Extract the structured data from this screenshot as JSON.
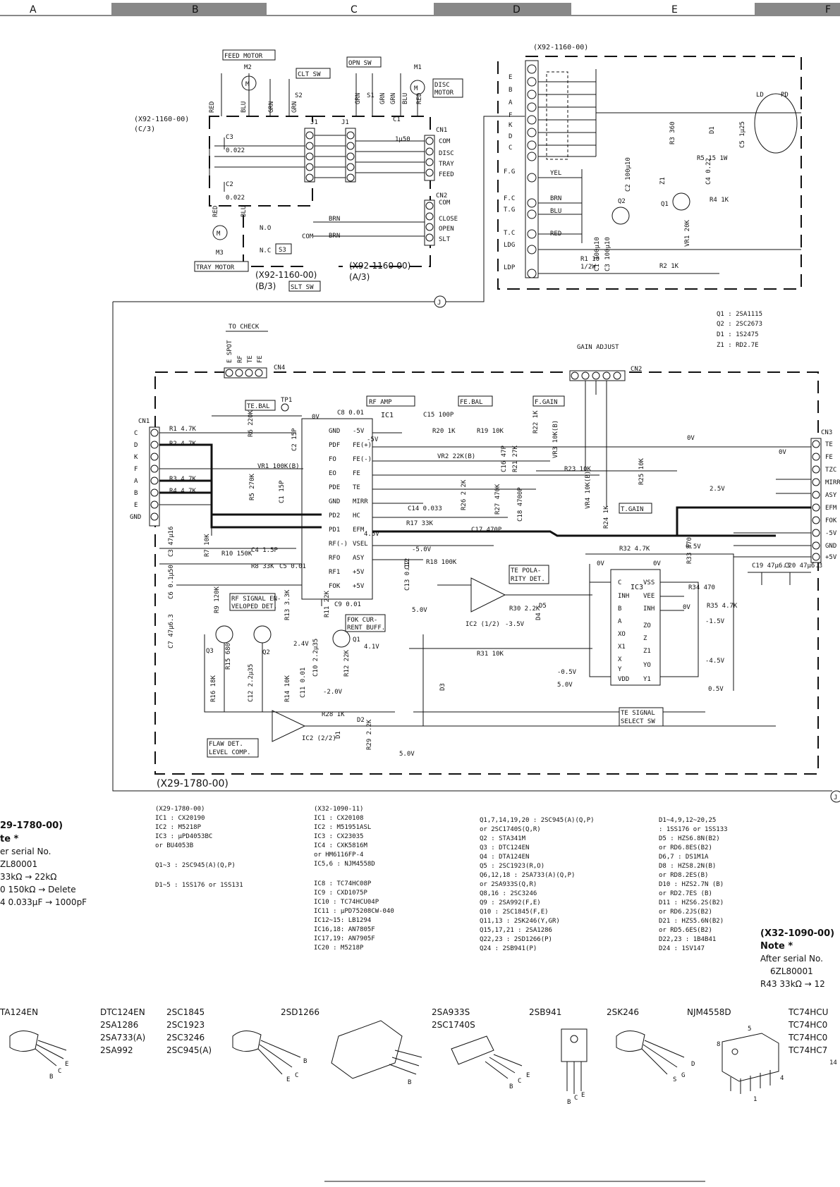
{
  "column_letters": [
    "A",
    "B",
    "C",
    "D",
    "E",
    "F"
  ],
  "top_left": {
    "feed_motor": "FEED MOTOR",
    "m2": "M2",
    "clt_sw": "CLT SW",
    "s2": "S2",
    "opn_sw": "OPN SW",
    "s1": "S1",
    "disc_motor_1": "DISC",
    "disc_motor_2": "MOTOR",
    "m1": "M1",
    "unit_c3_1": "(X92-1160-00)",
    "unit_c3_2": "(C/3)",
    "c3": "C3",
    "c3v": "0.022",
    "c2": "C2",
    "c2v": "0.022",
    "c1": "C1",
    "c1v": "1μ50",
    "j1a": "J1",
    "j1b": "J1",
    "cn1": "CN1",
    "cn2": "CN2",
    "cn1_pins": [
      "COM",
      "DISC",
      "TRAY",
      "FEED"
    ],
    "cn2_pins": [
      "COM",
      "CLOSE",
      "OPEN",
      "SLT"
    ],
    "red": "RED",
    "blu": "BLU",
    "grn": "GRN",
    "brn": "BRN",
    "no": "N.O",
    "nc": "N.C",
    "s3": "S3",
    "com": "COM",
    "m3": "M3",
    "tray_motor": "TRAY MOTOR",
    "unit_b3_1": "(X92-1160-00)",
    "unit_b3_2": "(B/3)",
    "slt_sw": "SLT SW",
    "unit_a3_1": "(X92-1160-00)",
    "unit_a3_2": "(A/3)",
    "j_marker": "J"
  },
  "top_right": {
    "unit": "(X92-1160-00)",
    "letters": [
      "E",
      "B",
      "A",
      "F",
      "K",
      "D",
      "C"
    ],
    "ld": "LD",
    "pd": "PD",
    "r3": "R3 360",
    "d1": "D1",
    "c5": "C5 1μ25",
    "r5": "R5 15 1W",
    "c4": "C4 0.22",
    "c2": "C2 100μ10",
    "z1": "Z1",
    "q1": "Q1",
    "q2": "Q2",
    "r4": "R4 1K",
    "fg": "F.G",
    "fc": "F.C",
    "tg": "T.G",
    "tc": "T.C",
    "ldg": "LDG",
    "ldp": "LDP",
    "yel": "YEL",
    "brn": "BRN",
    "blu": "BLU",
    "red": "RED",
    "vr1": "VR1 20K",
    "r1": "R1 10",
    "r1b": "1/2W",
    "c1": "C1 100μ10",
    "c3": "C3 100μ10",
    "r2": "R2 1K",
    "parts": [
      "Q1 : 2SA1115",
      "Q2 : 2SC2673",
      "D1 : 1S2475",
      "Z1 : RD2.7E"
    ]
  },
  "main": {
    "to_check": "TO CHECK",
    "check_pins": [
      "E SPOT",
      "RF",
      "TE",
      "FE"
    ],
    "cn4": "CN4",
    "gain_adjust": "GAIN ADJUST",
    "cn2": "CN2",
    "tp1": "TP1",
    "rf_amp": "RF AMP",
    "ic1": "IC1",
    "te_bal": "TE.BAL",
    "fe_bal": "FE.BAL",
    "f_gain": "F.GAIN",
    "t_gain": "T.GAIN",
    "cn1": "CN1",
    "cn1_pins": [
      "C",
      "D",
      "K",
      "F",
      "A",
      "B",
      "E",
      "GND"
    ],
    "cn3": "CN3",
    "cn3_pins": [
      "TE",
      "FE",
      "TZC",
      "MIRR",
      "ASY",
      "EFM",
      "FOK",
      "-5V",
      "GND",
      "+5V"
    ],
    "ic1_left": [
      "GND",
      "PDF",
      "FO",
      "EO",
      "PDE",
      "GND",
      "PD2",
      "PD1",
      "RF(-)",
      "RFO",
      "RF1",
      "FOK"
    ],
    "ic1_right": [
      "-5V",
      "FE(+)",
      "FE(-)",
      "FE",
      "TE",
      "MIRR",
      "HC",
      "EFM",
      "VSEL",
      "ASY",
      "+5V",
      "+5V"
    ],
    "components": {
      "r1": "R1 4.7K",
      "r2": "R2 4.7K",
      "r3": "R3 4.7K",
      "r4": "R4 4.7K",
      "r6": "R6 220K",
      "c2": "C2 15P",
      "vr1": "VR1 100K(B)",
      "r5": "R5 270K",
      "c1": "C1 15P",
      "c8": "C8 0.01",
      "c15": "C15 100P",
      "r20": "R20 1K",
      "r19": "R19 10K",
      "vr2": "VR2 22K(B)",
      "c16": "C16 47P",
      "r21": "R21 27K",
      "r22": "R22 1K",
      "vr3": "VR3 10K(B)",
      "r23": "R23 10K",
      "r25": "R25 10K",
      "vr4": "VR4 10K(B)",
      "r24": "R24 1K",
      "c14": "C14 0.033",
      "r17": "R17 33K",
      "r26": "R26 2.2K",
      "r27": "R27 470K",
      "c18": "C18 4700P",
      "c17": "C17 470P",
      "c12": "C12",
      "r18": "R18 100K",
      "c13": "C13 0.12",
      "c3": "C3 47μ16",
      "r7": "R7 10K",
      "r10": "R10 150K",
      "c4": "C4 1.5P",
      "r8": "R8 33K",
      "c5": "C5 0.01",
      "c6": "C6 0.1μ50",
      "r9": "R9 120K",
      "r13": "R13 3.3K",
      "c7": "C7 47μ6.3",
      "r11": "R11 22K",
      "c9": "C9 0.01",
      "r12": "R12 22K",
      "c10": "C10 2.2μ35",
      "c11": "C11 0.01",
      "r15": "R15 680",
      "r16": "R16 18K",
      "c12b": "C12 2.2μ35",
      "r14": "R14 10K",
      "r28": "R28 1K",
      "d2": "D2",
      "d1": "D1",
      "r29": "R29 2.2K",
      "d3": "D3",
      "d4": "D4",
      "d5": "D5",
      "r30": "R30 2.2K",
      "r31": "R31 10K",
      "r32": "R32 4.7K",
      "r33": "R33 470",
      "r34": "R34 470",
      "r35": "R35 4.7K",
      "c19": "C19 47μ6.3",
      "c20": "C20 47μ6.3",
      "q1": "Q1",
      "q2": "Q2",
      "q3": "Q3"
    },
    "ic3": "IC3",
    "ic3_left": [
      "C",
      "INH",
      "B",
      "A",
      "XO",
      "X1",
      "X",
      "Y",
      "VDD"
    ],
    "ic3_right": [
      "VSS",
      "VEE",
      "INH",
      "ZO",
      "Z",
      "Z1",
      "YO",
      "Y1"
    ],
    "ic2a": "IC2 (1/2)",
    "ic2b": "IC2 (2/2)",
    "te_polarity": [
      "TE POLA-",
      "RITY DET."
    ],
    "rf_signal": [
      "RF SIGNAL EN-",
      "VELOPED DET."
    ],
    "fok_current": [
      "FOK CUR-",
      "RENT BUFF."
    ],
    "te_signal": [
      "TE SIGNAL",
      "SELECT SW"
    ],
    "flaw_det": [
      "FLAW DET.",
      "LEVEL COMP."
    ],
    "voltages": [
      "0V",
      "-5V",
      "2.5V",
      "4.5V",
      "-5.0V",
      "5.0V",
      "-3.5V",
      "-0.5V",
      "0.5V",
      "-1.5V",
      "2.4V",
      "4.1V",
      "-2.0V",
      "-4.5V"
    ],
    "unit": "(X29-1780-00)"
  },
  "parts_left_note": {
    "title": "29-1780-00)",
    "note": "te *",
    "after": "er serial No.",
    "serial": "ZL80001",
    "l1": "33kΩ → 22kΩ",
    "l2": "0  150kΩ → Delete",
    "l3": "4  0.033μF → 1000pF"
  },
  "parts_x29": {
    "title": "(X29-1780-00)",
    "rows": [
      "IC1  : CX20190",
      "IC2  : M5218P",
      "IC3  : μPD4053BC",
      "     or BU4053B",
      "",
      "Q1~3 : 2SC945(A)(Q,P)",
      "",
      "D1~5 : 1SS176 or 1SS131"
    ]
  },
  "parts_x32": {
    "title": "(X32-1090-11)",
    "rows": [
      "IC1    : CX20108",
      "IC2    : M51951ASL",
      "IC3    : CX23035",
      "IC4    : CXK5816M",
      "    or HM6116FP-4",
      "IC5,6  : NJM4558D",
      "",
      "IC8    : TC74HC08P",
      "IC9    : CXD1075P",
      "IC10   : TC74HCU04P",
      "IC11   : μPD75208CW-040",
      "IC12~15: LB1294",
      "IC16,18: AN7805F",
      "IC17,19: AN7905F",
      "IC20   : M5218P"
    ]
  },
  "parts_q": {
    "rows": [
      "Q1,7,14,19,20 : 2SC945(A)(Q,P)",
      "          or 2SC1740S(Q,R)",
      "Q2            : STA341M",
      "Q3            : DTC124EN",
      "Q4            : DTA124EN",
      "Q5            : 2SC1923(R,O)",
      "Q6,12,18      : 2SA733(A)(Q,P)",
      "          or 2SA933S(Q,R)",
      "Q8,16         : 2SC3246",
      "Q9            : 2SA992(F,E)",
      "Q10           : 2SC1845(F,E)",
      "Q11,13        : 2SK246(Y,GR)",
      "Q15,17,21     : 2SA1286",
      "Q22,23        : 2SD1266(P)",
      "Q24           : 2SB941(P)"
    ]
  },
  "parts_d": {
    "rows": [
      "D1~4,9,12~20,25",
      "        : 1SS176 or 1SS133",
      "D5      : HZS6.8N(B2)",
      "     or RD6.8ES(B2)",
      "D6,7    : DS1M1A",
      "D8      : HZS8.2N(B)",
      "     or RD8.2ES(B)",
      "D10     : HZS2.7N (B)",
      "     or RD2.7ES (B)",
      "D11     : HZS6.2S(B2)",
      "     or RD6.2JS(B2)",
      "D21     : HZS5.6N(B2)",
      "     or RD5.6ES(B2)",
      "D22,23  : 1B4B41",
      "D24     : 1SV147"
    ]
  },
  "right_note": {
    "title": "(X32-1090-00)",
    "note": "Note *",
    "after": "After serial No.",
    "serial": "6ZL80001",
    "line": "R43  33kΩ → 12"
  },
  "packages": {
    "p1": "TA124EN",
    "p2a": "DTC124EN",
    "p2b": "2SA1286",
    "p2c": "2SA733(A)",
    "p2d": "2SA992",
    "p3a": "2SC1845",
    "p3b": "2SC1923",
    "p3c": "2SC3246",
    "p3d": "2SC945(A)",
    "p4": "2SD1266",
    "p5a": "2SA933S",
    "p5b": "2SC1740S",
    "p6": "2SB941",
    "p7": "2SK246",
    "p8": "NJM4558D",
    "p9a": "TC74HCU",
    "p9b": "TC74HC0",
    "p9c": "TC74HC0",
    "p9d": "TC74HC7",
    "pin_b": "B",
    "pin_c": "C",
    "pin_e": "E",
    "pin_s": "S",
    "pin_g": "G",
    "pin_d": "D",
    "pin5": "5",
    "pin8": "8",
    "pin4": "4",
    "pin1": "1",
    "pin14": "14"
  }
}
